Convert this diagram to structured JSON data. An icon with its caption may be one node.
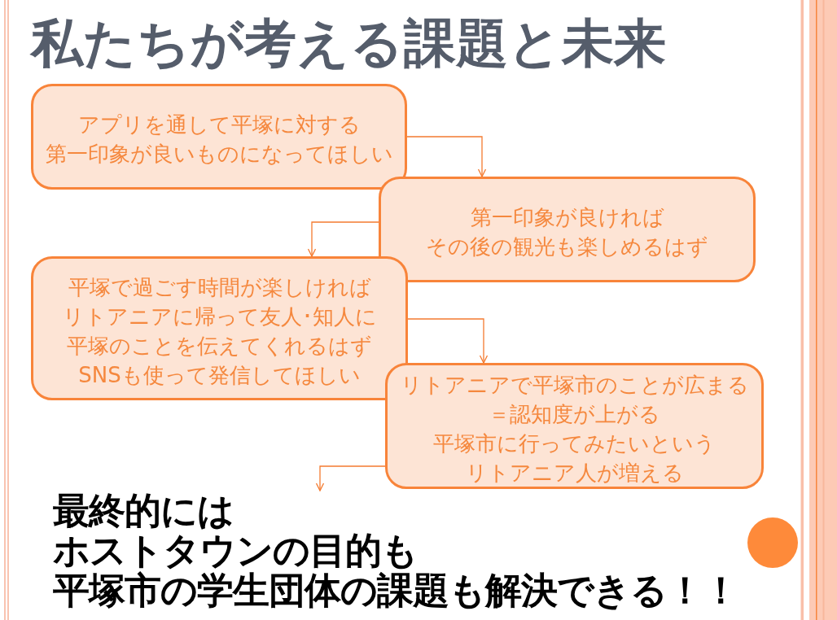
{
  "diagram": {
    "title": "私たちが考える課題と未来",
    "nodes": [
      {
        "text": [
          "アプリを通して平塚に対する第一印象が良いものになってほしい"
        ]
      },
      {
        "text": [
          "第一印象が良ければその後の観光も楽しめるはず"
        ]
      },
      {
        "text": [
          "平塚で過ごす時間が楽しければリトアニアに帰って友人･知人に平塚のことを伝えてくれるはずSNSも使って発信してほしい"
        ]
      },
      {
        "text": [
          "リトアニアで平塚市のことが広まる＝認知度が上がる平塚市に行ってみたいというリトアニア人が増える"
        ]
      },
      {
        "text": [
          "最終的にはホストタウンの目的も平塚市の学生団体の課題も解決できる！！"
        ]
      }
    ],
    "edges": [
      {
        "from": 0,
        "to": 1,
        "arrow": "to"
      },
      {
        "from": 1,
        "to": 2,
        "arrow": "to"
      },
      {
        "from": 2,
        "to": 3,
        "arrow": "to"
      },
      {
        "from": 3,
        "to": 4,
        "arrow": "to"
      }
    ]
  }
}
